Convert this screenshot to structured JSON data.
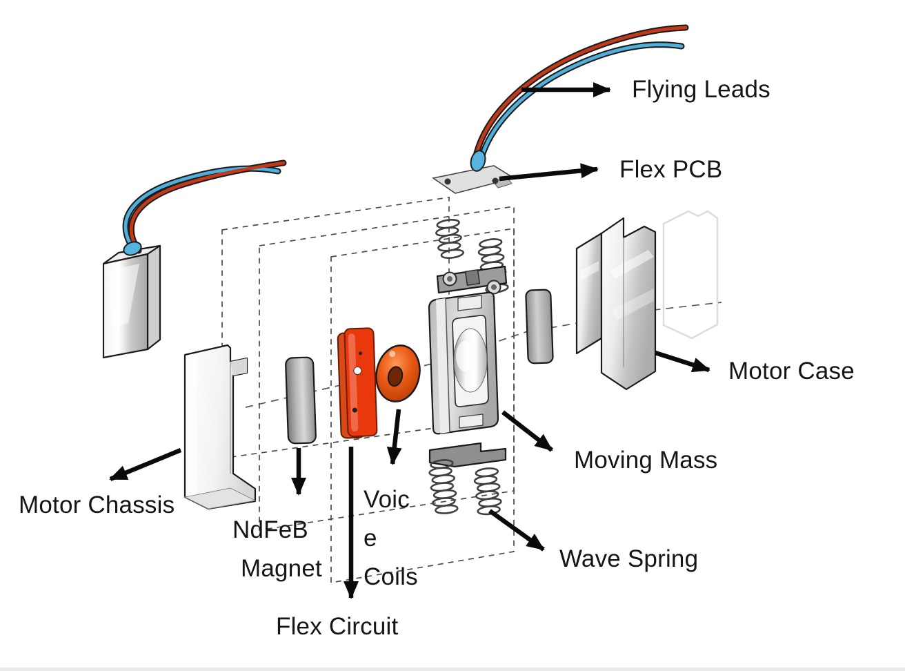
{
  "labels": {
    "flying_leads": "Flying Leads",
    "flex_pcb": "Flex PCB",
    "motor_case": "Motor Case",
    "moving_mass": "Moving Mass",
    "wave_spring": "Wave Spring",
    "motor_chassis": "Motor Chassis",
    "ndfeb_magnet": {
      "line1": "NdFeB",
      "line2": "Magnet"
    },
    "voice_coils": {
      "line1": "Voic",
      "line2": "e",
      "line3": "Coils"
    },
    "flex_circuit": "Flex Circuit"
  },
  "colors": {
    "arrow": "#0a0a0a",
    "label_text": "#151515",
    "flex_circuit": "#e8380c",
    "voice_coil": "#d9500f",
    "wire_red": "#c23a1a",
    "wire_blue": "#4fb0dc",
    "magnet_gray": "#9a9a9a",
    "dashed_line": "#4a4a4a"
  }
}
